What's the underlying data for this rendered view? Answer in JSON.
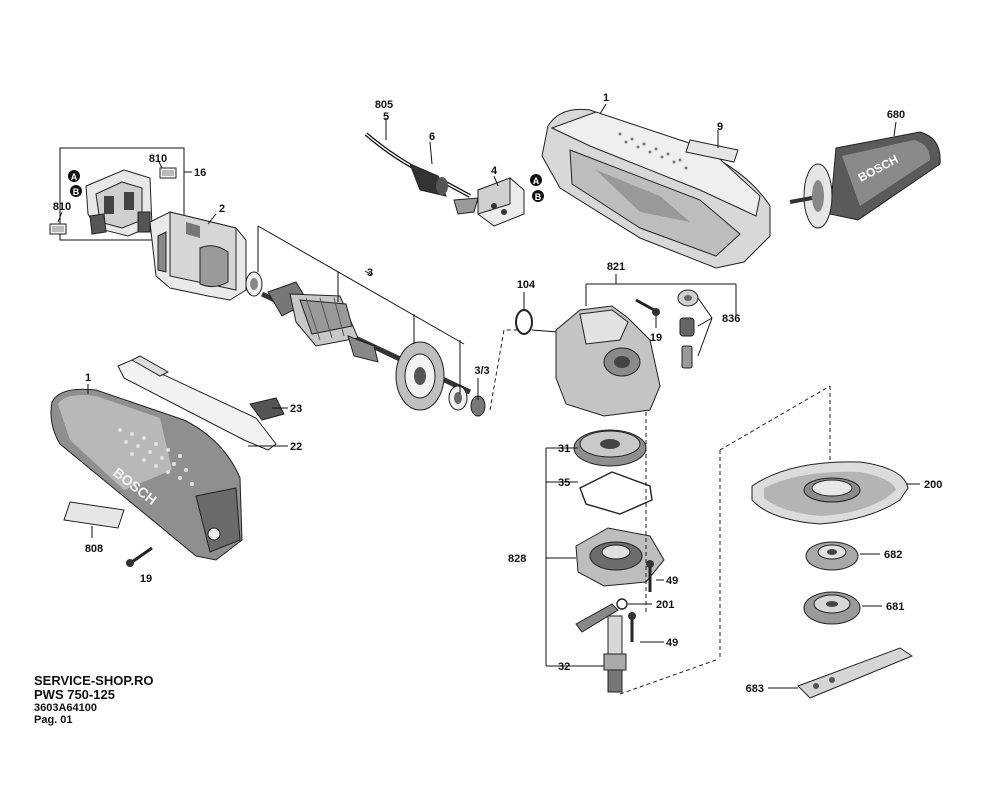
{
  "footer": {
    "shop": "SERVICE-SHOP.RO",
    "model": "PWS 750-125",
    "code": "3603A64100",
    "page": "Pag. 01"
  },
  "housing_brand": "BOSCH",
  "handle_brand": "BOSCH",
  "markers": {
    "a": "A",
    "b": "B"
  },
  "labels": {
    "p1_top": "1",
    "p1_left": "1",
    "p2": "2",
    "p3": "3",
    "p3_3": "3/3",
    "p4": "4",
    "p5": "5",
    "p6": "6",
    "p9": "9",
    "p16": "16",
    "p19_top": "19",
    "p19_bottom": "19",
    "p22": "22",
    "p23": "23",
    "p31": "31",
    "p32": "32",
    "p35": "35",
    "p49_top": "49",
    "p49_bottom": "49",
    "p104": "104",
    "p200": "200",
    "p201": "201",
    "p680": "680",
    "p681": "681",
    "p682": "682",
    "p683": "683",
    "p805": "805",
    "p808": "808",
    "p810_top": "810",
    "p810_left": "810",
    "p821": "821",
    "p828": "828",
    "p836": "836"
  }
}
